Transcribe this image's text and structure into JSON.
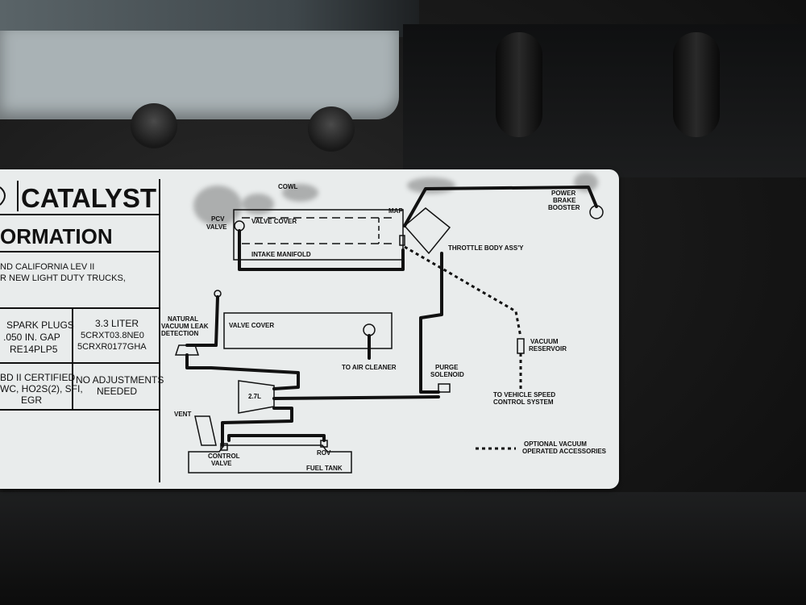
{
  "label": {
    "brand_left": "CATALYST",
    "section_title": "ORMATION",
    "compliance_line1": "ND CALIFORNIA LEV II",
    "compliance_line2": "R NEW LIGHT DUTY TRUCKS,",
    "spark_plugs_heading": "SPARK PLUGS",
    "spark_plug_gap": ".050 IN. GAP",
    "spark_plug_part": "RE14PLP5",
    "engine_size": "3.3 LITER",
    "engine_code1": "5CRXT03.8NE0",
    "engine_code2": "5CRXR0177GHA",
    "obd_line1": "BD II CERTIFIED",
    "obd_line2": "WC, HO2S(2), SFI,",
    "obd_line3": "EGR",
    "adjust_line1": "NO ADJUSTMENTS",
    "adjust_line2": "NEEDED"
  },
  "diagram": {
    "cowl": "COWL",
    "valve_cover_top": "VALVE COVER",
    "pcv_line1": "PCV",
    "pcv_line2": "VALVE",
    "map": "MAP",
    "intake_manifold": "INTAKE MANIFOLD",
    "power_brake_line1": "POWER",
    "power_brake_line2": "BRAKE",
    "power_brake_line3": "BOOSTER",
    "throttle_body": "THROTTLE BODY ASS'Y",
    "leak_line1": "NATURAL",
    "leak_line2": "VACUUM LEAK",
    "leak_line3": "DETECTION",
    "valve_cover_lower": "VALVE COVER",
    "air_cleaner": "TO AIR CLEANER",
    "vacuum_line1": "VACUUM",
    "vacuum_line2": "RESERVOIR",
    "purge_line1": "PURGE",
    "purge_line2": "SOLENOID",
    "canister": "2.7L",
    "speed_line1": "TO VEHICLE SPEED",
    "speed_line2": "CONTROL SYSTEM",
    "vent": "VENT",
    "control_line1": "CONTROL",
    "control_line2": "VALVE",
    "rov": "ROV",
    "fuel_tank": "FUEL TANK",
    "legend_line1": "OPTIONAL VACUUM",
    "legend_line2": "OPERATED ACCESSORIES"
  },
  "colors": {
    "label_bg": "#e9ecec",
    "ink": "#111111",
    "surround": "#141414"
  }
}
